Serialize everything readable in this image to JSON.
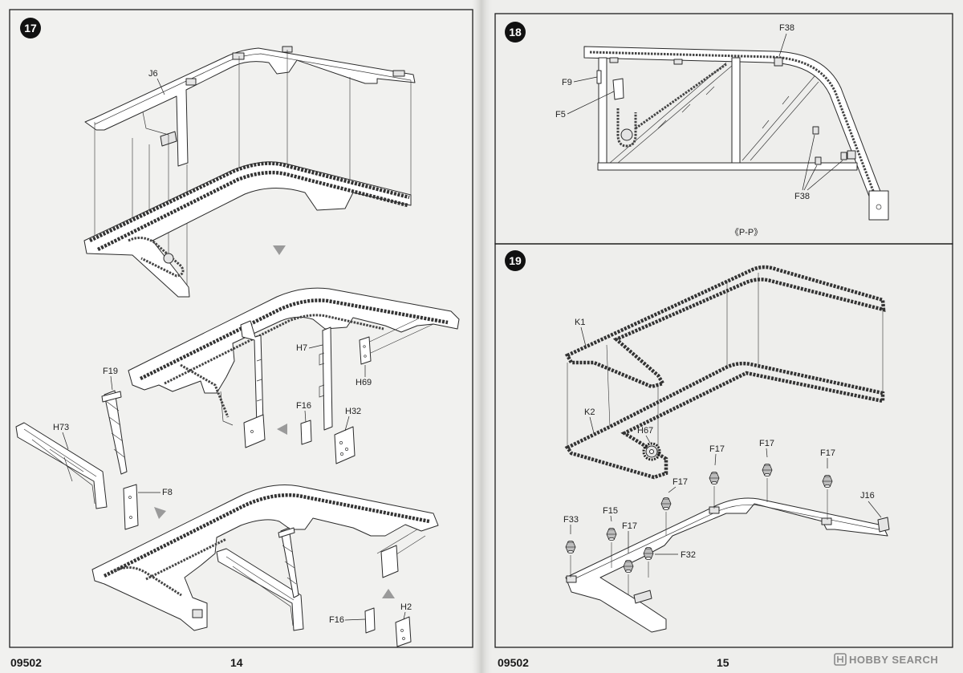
{
  "left_page": {
    "step": "17",
    "kit_number": "09502",
    "page_number": "14",
    "labels": {
      "j6": "J6",
      "f19": "F19",
      "h73": "H73",
      "f8": "F8",
      "h7": "H7",
      "h69": "H69",
      "f16_a": "F16",
      "h32": "H32",
      "h2": "H2",
      "f16_b": "F16"
    }
  },
  "right_page": {
    "step_18": "18",
    "step_19": "19",
    "kit_number": "09502",
    "page_number": "15",
    "labels_18": {
      "f38_top": "F38",
      "f9": "F9",
      "f5": "F5",
      "f38_bottom": "F38",
      "view": "《P-P》"
    },
    "labels_19": {
      "k1": "K1",
      "k2": "K2",
      "h67": "H67",
      "f17_a": "F17",
      "f17_b": "F17",
      "f17_c": "F17",
      "f17_d": "F17",
      "f15": "F15",
      "f17_e": "F17",
      "f33": "F33",
      "f32": "F32",
      "j16": "J16"
    }
  },
  "watermark": {
    "text": "HOBBY SEARCH",
    "icon": "hobby-search-logo-icon"
  },
  "colors": {
    "paper": "#efefed",
    "ink": "#222222",
    "arrow": "#9a9a9a",
    "badge": "#111111"
  }
}
